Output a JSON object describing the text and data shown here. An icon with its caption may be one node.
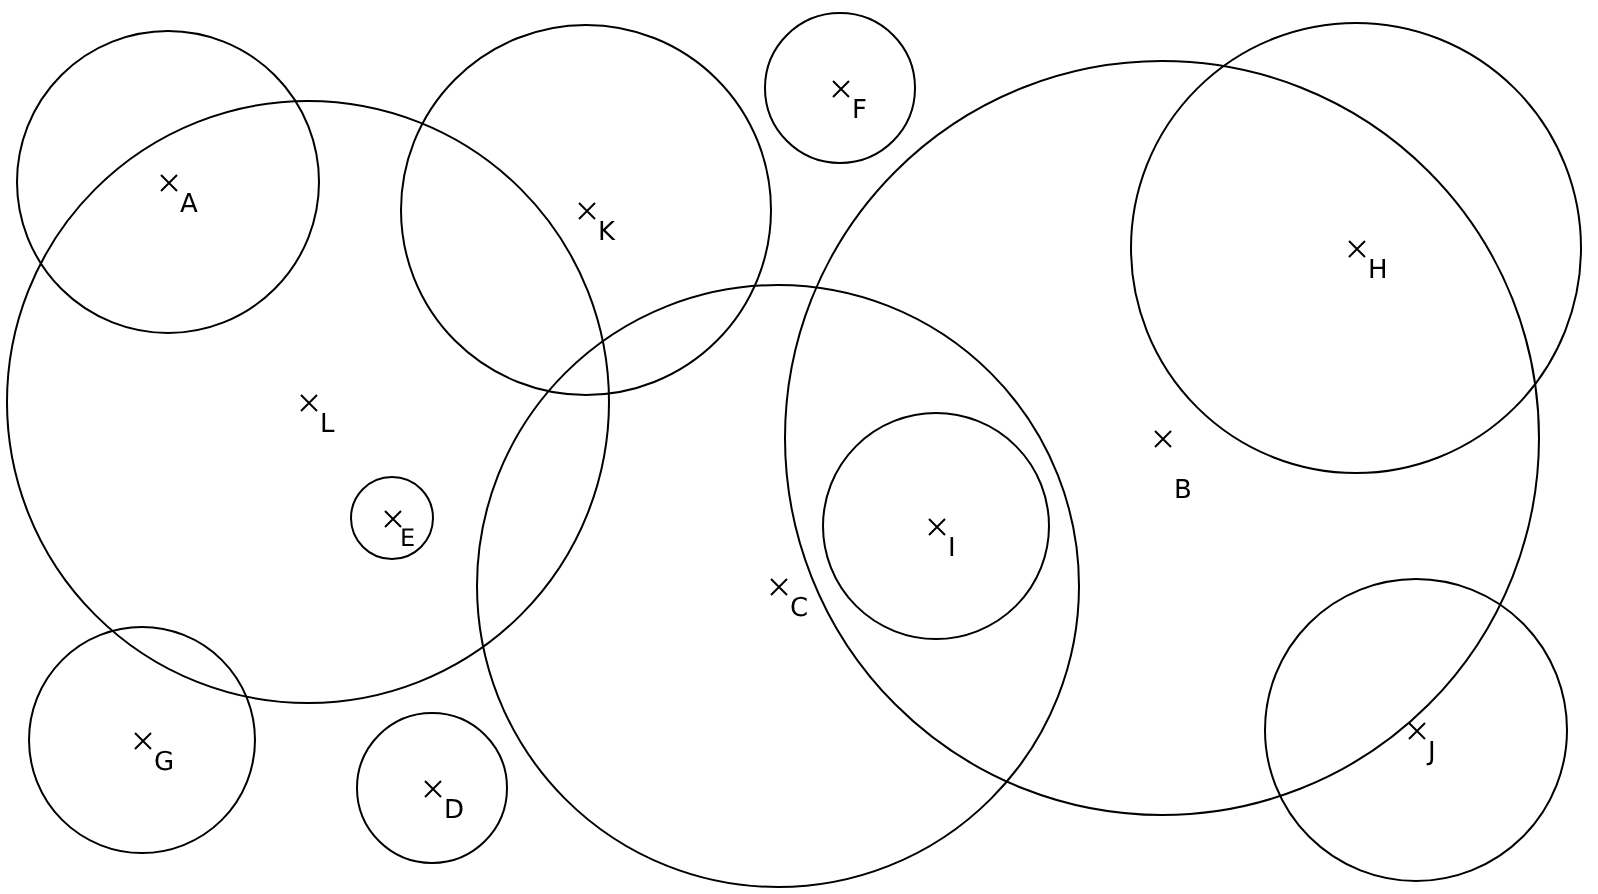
{
  "diagram": {
    "nodes": [
      {
        "text": [
          "A"
        ]
      },
      {
        "text": [
          "K"
        ]
      },
      {
        "text": [
          "F"
        ]
      },
      {
        "text": [
          "H"
        ]
      },
      {
        "text": [
          "L"
        ]
      },
      {
        "text": [
          "B"
        ]
      },
      {
        "text": [
          "E"
        ],
        "in": 4
      },
      {
        "text": [
          "I"
        ]
      },
      {
        "text": [
          "C"
        ]
      },
      {
        "text": [
          "G"
        ]
      },
      {
        "text": [
          "D"
        ]
      },
      {
        "text": [
          "J"
        ]
      }
    ]
  }
}
